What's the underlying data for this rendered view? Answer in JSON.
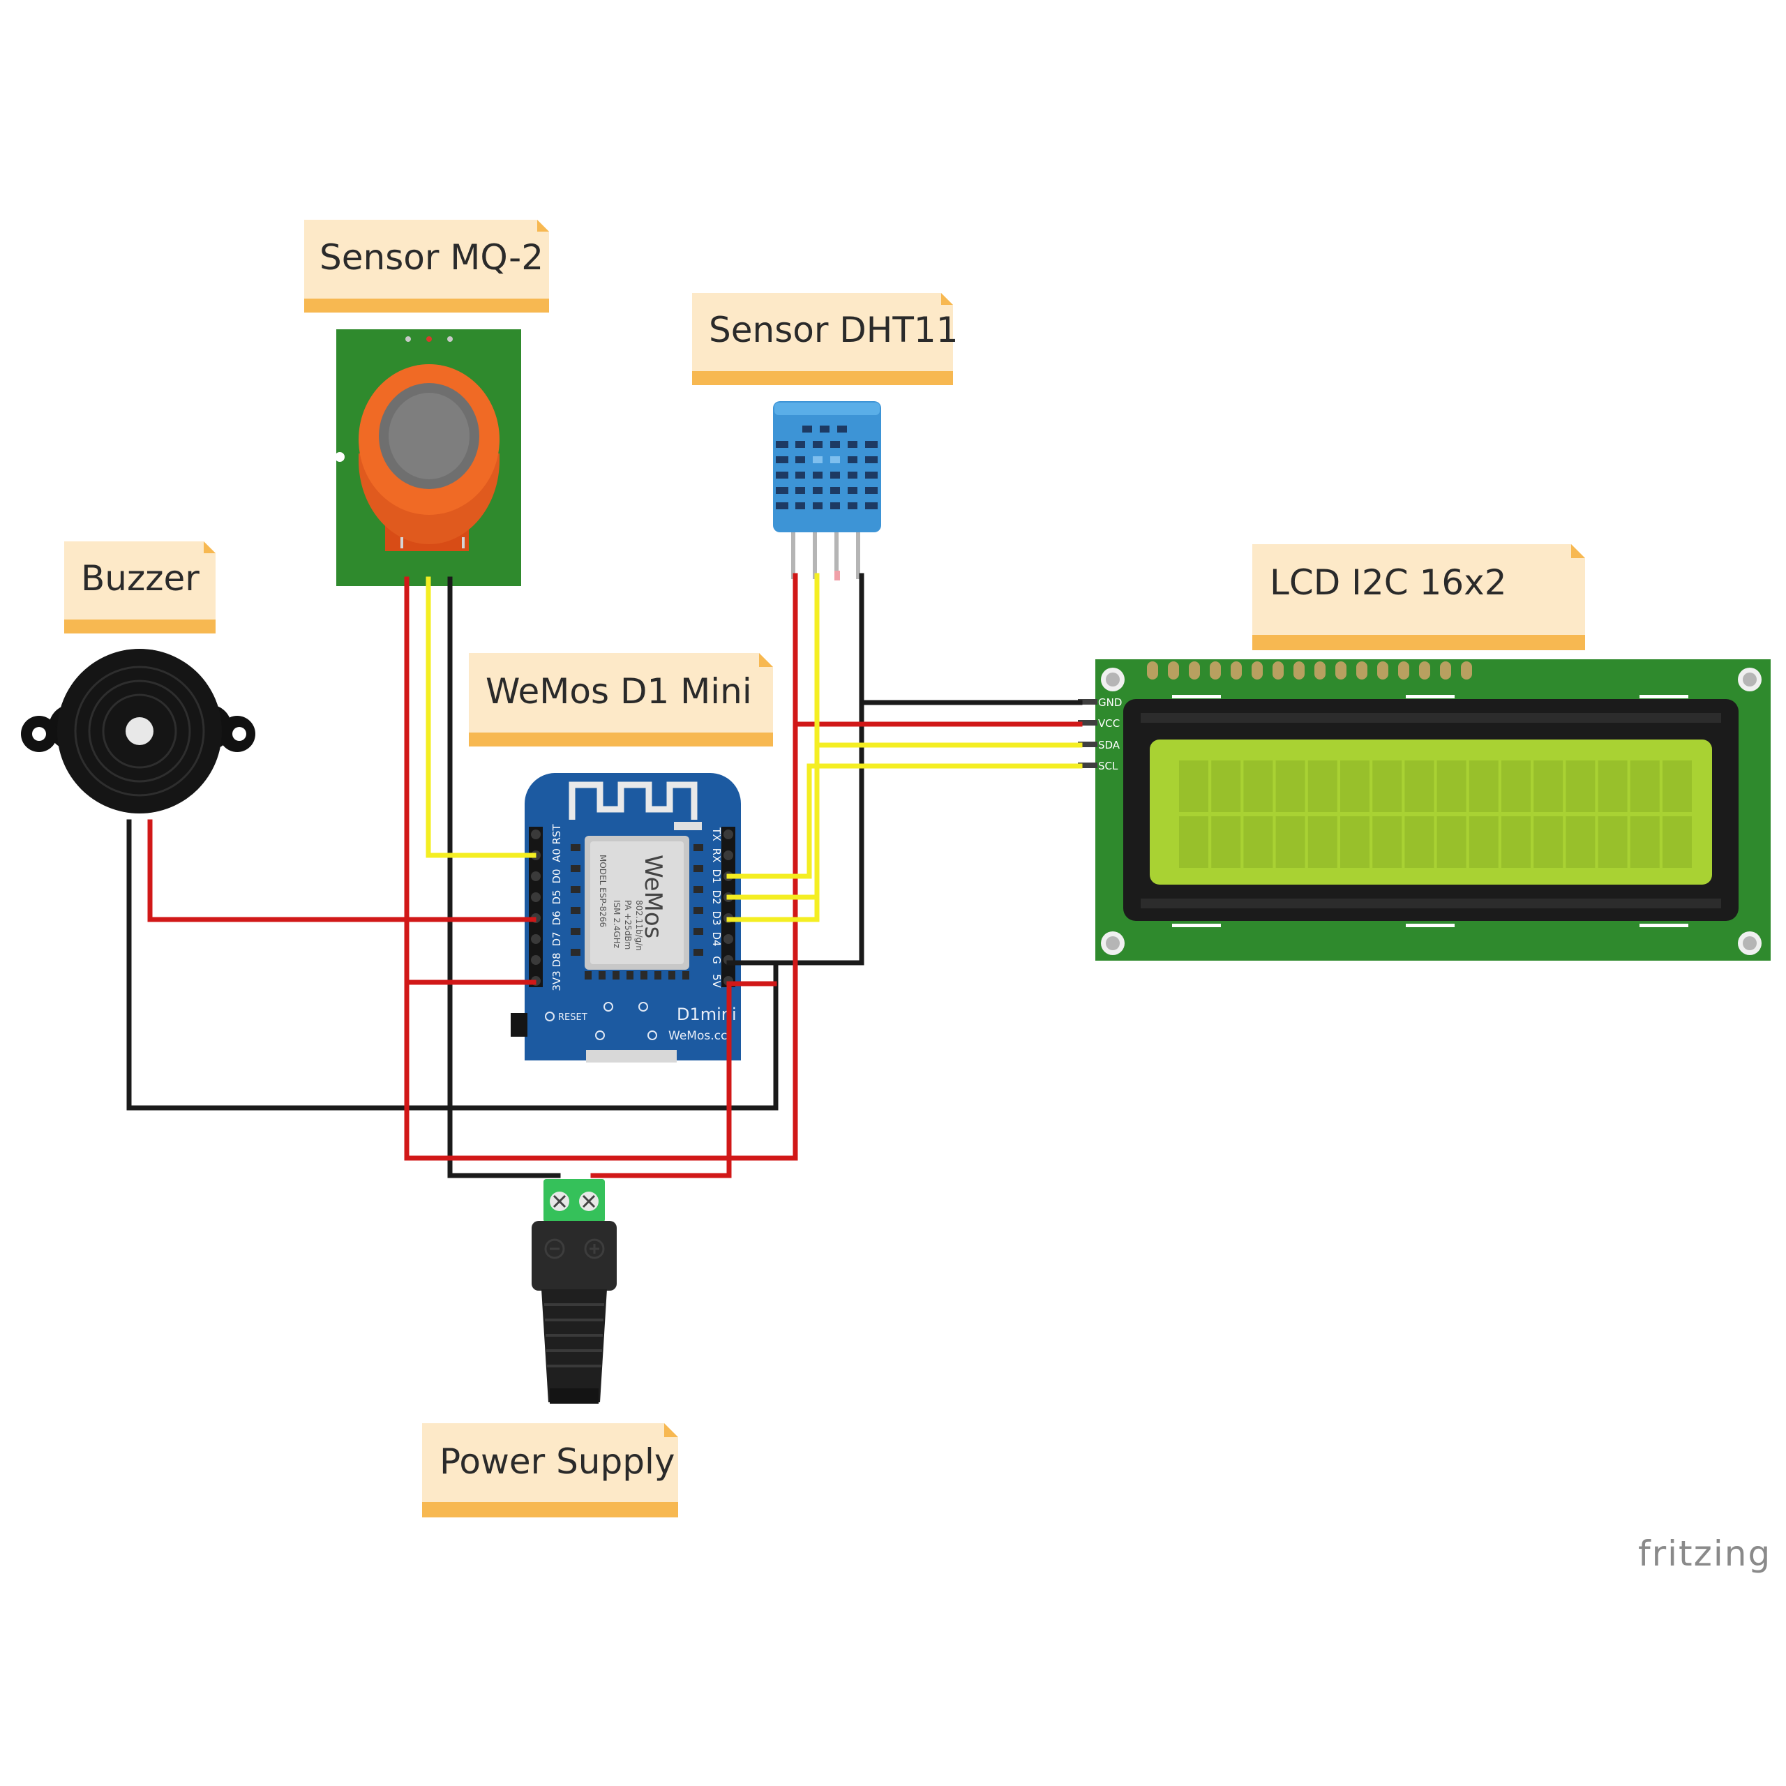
{
  "labels": {
    "mq2": "Sensor MQ-2",
    "dht11": "Sensor DHT11",
    "buzzer": "Buzzer",
    "lcd": "LCD  I2C 16x2",
    "wemos": "WeMos  D1 Mini",
    "power": "Power Supply"
  },
  "lcd_pins": [
    "GND",
    "VCC",
    "SDA",
    "SCL"
  ],
  "wemos_left_pins": [
    "RST",
    "A0",
    "D0",
    "D5",
    "D6",
    "D7",
    "D8",
    "3V3"
  ],
  "wemos_right_pins": [
    "TX",
    "RX",
    "D1",
    "D2",
    "D3",
    "D4",
    "G",
    "5V"
  ],
  "wemos_board": {
    "reset_label": "RESET",
    "model_label": "D1mini",
    "site_label": "WeMos.cc",
    "chip_brand": "WeMos",
    "chip_text": [
      "MODEL ESP-8266",
      "ISM 2.4GHz",
      "PA +25dBm",
      "802.11b/g/n"
    ]
  },
  "watermark": "fritzing",
  "colors": {
    "wire_red": "#d11818",
    "wire_black": "#1a1a1a",
    "wire_yellow": "#f4ee22",
    "note_fill": "#fde9c8",
    "note_bar": "#f7b851",
    "pcb_green": "#2f8a2d",
    "wemos_blue": "#1c5aa1",
    "lcd_screen": "#a9d233"
  }
}
